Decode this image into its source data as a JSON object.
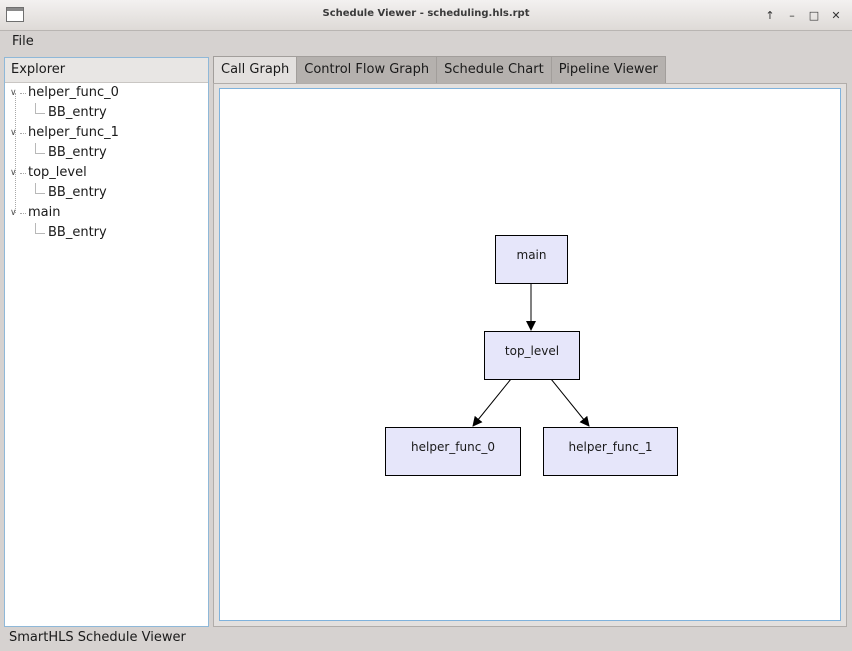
{
  "window": {
    "title": "Schedule Viewer -  scheduling.hls.rpt",
    "controls": [
      "↑",
      "–",
      "□",
      "✕"
    ]
  },
  "menubar": {
    "file_label": "File"
  },
  "explorer": {
    "header": "Explorer",
    "items": [
      {
        "label": "helper_func_0",
        "children": [
          "BB_entry"
        ]
      },
      {
        "label": "helper_func_1",
        "children": [
          "BB_entry"
        ]
      },
      {
        "label": "top_level",
        "children": [
          "BB_entry"
        ]
      },
      {
        "label": "main",
        "children": [
          "BB_entry"
        ]
      }
    ]
  },
  "tabs": [
    "Call Graph",
    "Control Flow Graph",
    "Schedule Chart",
    "Pipeline Viewer"
  ],
  "active_tab": "Call Graph",
  "call_graph": {
    "nodes": [
      "main",
      "top_level",
      "helper_func_0",
      "helper_func_1"
    ],
    "edges": [
      [
        "main",
        "top_level"
      ],
      [
        "top_level",
        "helper_func_0"
      ],
      [
        "top_level",
        "helper_func_1"
      ]
    ]
  },
  "status": {
    "text": "SmartHLS Schedule Viewer"
  },
  "colors": {
    "node_fill": "#e6e6fa",
    "canvas_border": "#7fb2dc"
  }
}
